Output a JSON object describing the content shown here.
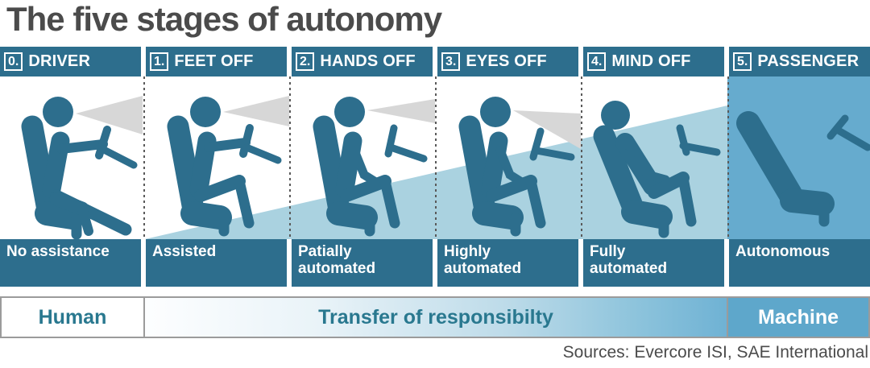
{
  "title": "The five stages of autonomy",
  "source_note": "Sources: Evercore ISI, SAE International",
  "stages": [
    {
      "number": "0.",
      "header": "DRIVER",
      "description": "No assistance",
      "icon": "driver-attentive-hands-on-wheel-icon"
    },
    {
      "number": "1.",
      "header": "FEET OFF",
      "description": "Assisted",
      "icon": "driver-feet-off-pedals-icon"
    },
    {
      "number": "2.",
      "header": "HANDS OFF",
      "description": "Patially automated",
      "icon": "driver-hands-off-wheel-icon"
    },
    {
      "number": "3.",
      "header": "EYES OFF",
      "description": "Highly automated",
      "icon": "driver-eyes-off-road-icon"
    },
    {
      "number": "4.",
      "header": "MIND OFF",
      "description": "Fully automated",
      "icon": "driver-reclined-mind-off-icon"
    },
    {
      "number": "5.",
      "header": "PASSENGER",
      "description": "Autonomous",
      "icon": "empty-seat-autonomous-icon"
    }
  ],
  "responsibility_bar": {
    "left": "Human",
    "center": "Transfer of responsibilty",
    "right": "Machine"
  },
  "colors": {
    "stage_teal": "#2d6e8d",
    "wedge_light_blue": "#aad2e0",
    "passenger_column_blue": "#66abce",
    "vision_cone_gray": "#d7d7d7",
    "title_gray": "#4b4b4b",
    "bar_border_gray": "#9b9b9b",
    "bar_text_teal": "#29788f"
  }
}
